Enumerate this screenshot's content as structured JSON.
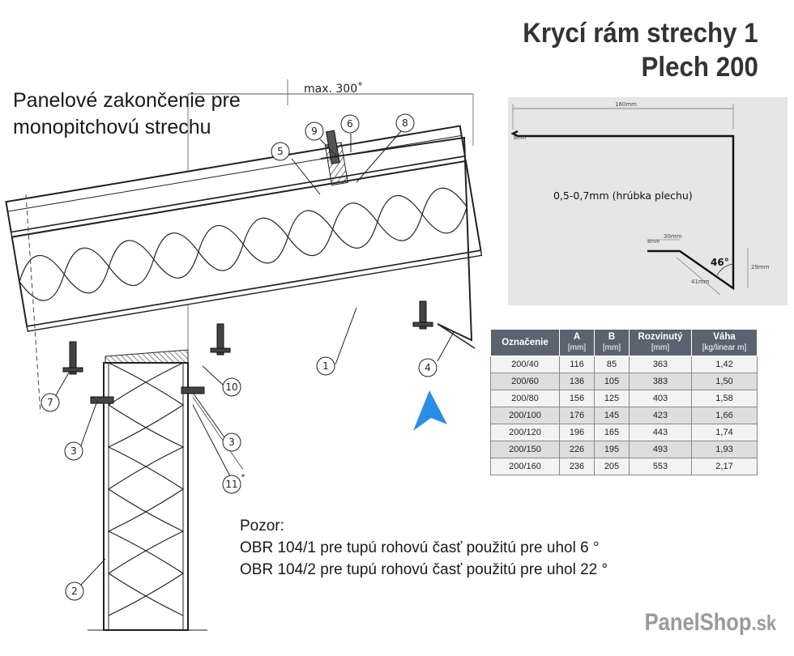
{
  "header": {
    "title_line1": "Krycí rám strechy 1",
    "title_line2": "Plech 200",
    "subtitle_line1": "Panelové zakončenie pre",
    "subtitle_line2": "monopitchovú strechu"
  },
  "diagram": {
    "dimension_label": "max. 300˚",
    "callouts": [
      "1",
      "2",
      "3",
      "3",
      "4",
      "5",
      "6",
      "7",
      "8",
      "9",
      "10",
      "11"
    ],
    "callout_11_mark": "*"
  },
  "profile": {
    "dim_top": "160mm",
    "thickness": "0,5-0,7mm (hrúbka plechu)",
    "hem_top": "8mm",
    "hem_bottom": "8mm",
    "dim_30": "30mm",
    "dim_41": "41mm",
    "dim_29": "29mm",
    "angle": "46°"
  },
  "table": {
    "headers": [
      {
        "label": "Označenie",
        "unit": ""
      },
      {
        "label": "A",
        "unit": "[mm]"
      },
      {
        "label": "B",
        "unit": "[mm]"
      },
      {
        "label": "Rozvinutý",
        "unit": "[mm]"
      },
      {
        "label": "Váha",
        "unit": "[kg/linear m]"
      }
    ],
    "rows": [
      [
        "200/40",
        "116",
        "85",
        "363",
        "1,42"
      ],
      [
        "200/60",
        "136",
        "105",
        "383",
        "1,50"
      ],
      [
        "200/80",
        "156",
        "125",
        "403",
        "1,58"
      ],
      [
        "200/100",
        "176",
        "145",
        "423",
        "1,66"
      ],
      [
        "200/120",
        "196",
        "165",
        "443",
        "1,74"
      ],
      [
        "200/150",
        "226",
        "195",
        "493",
        "1,93"
      ],
      [
        "200/160",
        "236",
        "205",
        "553",
        "2,17"
      ]
    ]
  },
  "notes": {
    "heading": "Pozor:",
    "line1": "OBR 104/1 pre tupú rohovú časť použitú pre uhol 6 °",
    "line2": "OBR 104/2 pre tupú rohovú časť použitú pre uhol 22 °"
  },
  "brand": {
    "name": "PanelShop",
    "suffix": ".sk",
    "accent": "#2a8ee6"
  }
}
